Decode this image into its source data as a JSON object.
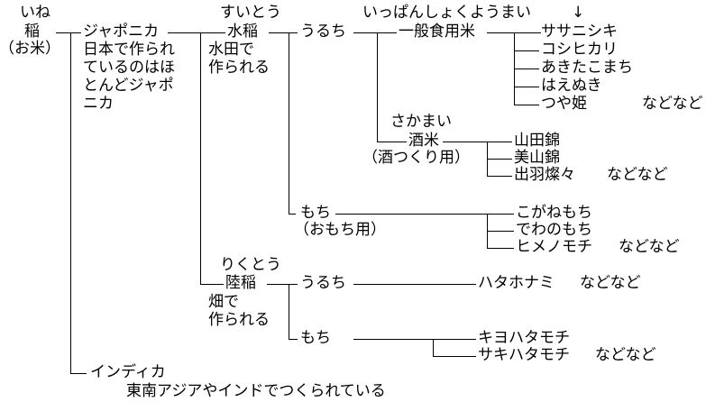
{
  "root": {
    "reading": "いね",
    "label": "稲",
    "note": "（お米）"
  },
  "japonica": {
    "label": "ジャポニカ",
    "desc": [
      "日本で作られ",
      "ているのはほ",
      "とんどジャポ",
      "ニカ"
    ]
  },
  "suitou": {
    "reading": "すいとう",
    "label": "水稲",
    "desc": [
      "水田で",
      "作られる"
    ]
  },
  "suitou_uruchi": {
    "label": "うるち"
  },
  "ippan": {
    "reading": "いっぱんしょくようまい",
    "arrow": "↓",
    "label": "一般食用米",
    "varieties": [
      "ササニシキ",
      "コシヒカリ",
      "あきたこまち",
      "はえぬき",
      "つや姫"
    ],
    "etc": "などなど"
  },
  "sakamai": {
    "reading": "さかまい",
    "label": "酒米",
    "note": "（酒つくり用）",
    "varieties": [
      "山田錦",
      "美山錦",
      "出羽燦々"
    ],
    "etc": "などなど"
  },
  "suitou_mochi": {
    "label": "もち",
    "note": "（おもち用）",
    "varieties": [
      "こがねもち",
      "でわのもち",
      "ヒメノモチ"
    ],
    "etc": "などなど"
  },
  "rikutou": {
    "reading": "りくとう",
    "label": "陸稲",
    "desc": [
      "畑で",
      "作られる"
    ]
  },
  "rikutou_uruchi": {
    "label": "うるち",
    "varieties": [
      "ハタホナミ"
    ],
    "etc": "などなど"
  },
  "rikutou_mochi": {
    "label": "もち",
    "varieties": [
      "キヨハタモチ",
      "サキハタモチ"
    ],
    "etc": "などなど"
  },
  "indica": {
    "label": "インディカ",
    "desc": "東南アジアやインドでつくられている"
  }
}
